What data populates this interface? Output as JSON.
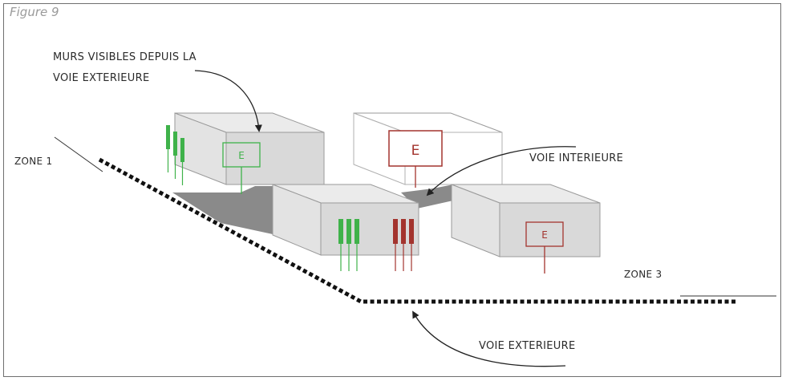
{
  "figure_label": "Figure 9",
  "labels": {
    "murs_visibles_line1": "MURS VISIBLES DEPUIS LA",
    "murs_visibles_line2": "VOIE EXTERIEURE",
    "zone1": "ZONE 1",
    "zone3": "ZONE 3",
    "voie_interieure": "VOIE INTERIEURE",
    "voie_exterieure": "VOIE EXTERIEURE"
  },
  "box_labels": {
    "e_green": "E",
    "e_red_large": "E",
    "e_red_small": "E"
  },
  "colors": {
    "green": "#3fb24a",
    "red": "#a3342e",
    "box_fill": "#d9d9d9",
    "box_side": "#c9c9c9",
    "shadow": "#8a8a8a",
    "line": "#333333"
  }
}
